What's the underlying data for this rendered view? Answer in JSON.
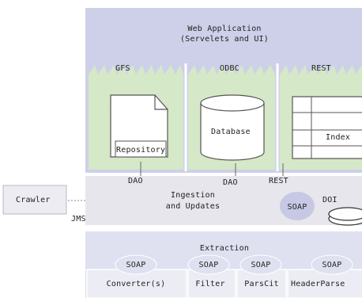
{
  "colors": {
    "lavender_top": "#cdd0e8",
    "lavender_panel": "#dfe0f0",
    "green_column": "#d5e8c8",
    "soap_oval": "#c6c8e4",
    "ingestion_band": "#e6e6ec",
    "crawler_box": "#ececf2",
    "line": "#666666"
  },
  "web_app": {
    "title_line1": "Web Application",
    "title_line2": "(Servelets and UI)"
  },
  "columns": {
    "gfs": "GFS",
    "odbc": "ODBC",
    "rest": "REST"
  },
  "storage": {
    "repository": "Repository",
    "database": "Database",
    "index": "Index"
  },
  "connectors": {
    "dao_left": "DAO",
    "dao_mid": "DAO",
    "rest": "REST",
    "doi": "DOI"
  },
  "crawler": {
    "label": "Crawler",
    "jms": "JMS"
  },
  "ingestion": {
    "line1": "Ingestion",
    "line2": "and Updates",
    "soap": "SOAP"
  },
  "extraction": {
    "title": "Extraction",
    "modules": [
      {
        "soap": "SOAP",
        "label": "Converter(s)"
      },
      {
        "soap": "SOAP",
        "label": "Filter"
      },
      {
        "soap": "SOAP",
        "label": "ParsCit"
      },
      {
        "soap": "SOAP",
        "label": "HeaderParse"
      }
    ]
  }
}
